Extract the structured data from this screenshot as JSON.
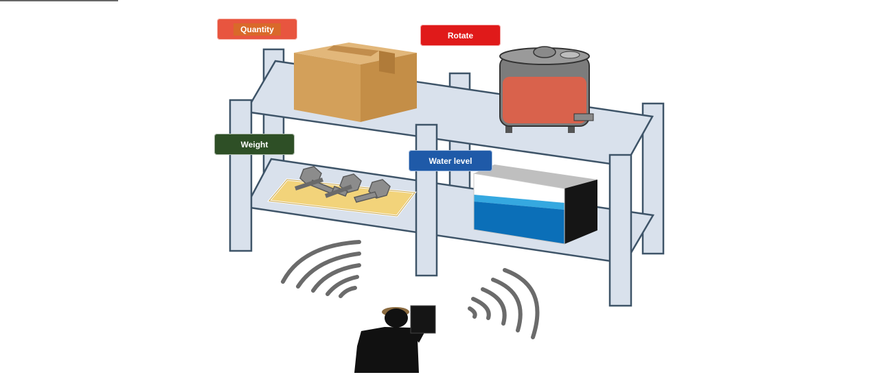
{
  "labels": {
    "quantity": "Quantity",
    "rotate": "Rotate",
    "weight": "Weight",
    "water_level": "Water level"
  },
  "colors": {
    "quantity": "#e8553f",
    "rotate": "#e01a1a",
    "weight": "#2e4f26",
    "water_level": "#1f5aa8",
    "shelf": "#d9e1ec",
    "shelf_outline": "#3e5468",
    "box": "#d3a05a",
    "tank_liquid": "#d9624c",
    "water": "#0b6fb8"
  },
  "icons": {
    "box": "cardboard-box-icon",
    "tank": "tank-icon",
    "bolts": "bolts-icon",
    "water_container": "water-container-icon",
    "person": "person-with-reader-icon"
  }
}
